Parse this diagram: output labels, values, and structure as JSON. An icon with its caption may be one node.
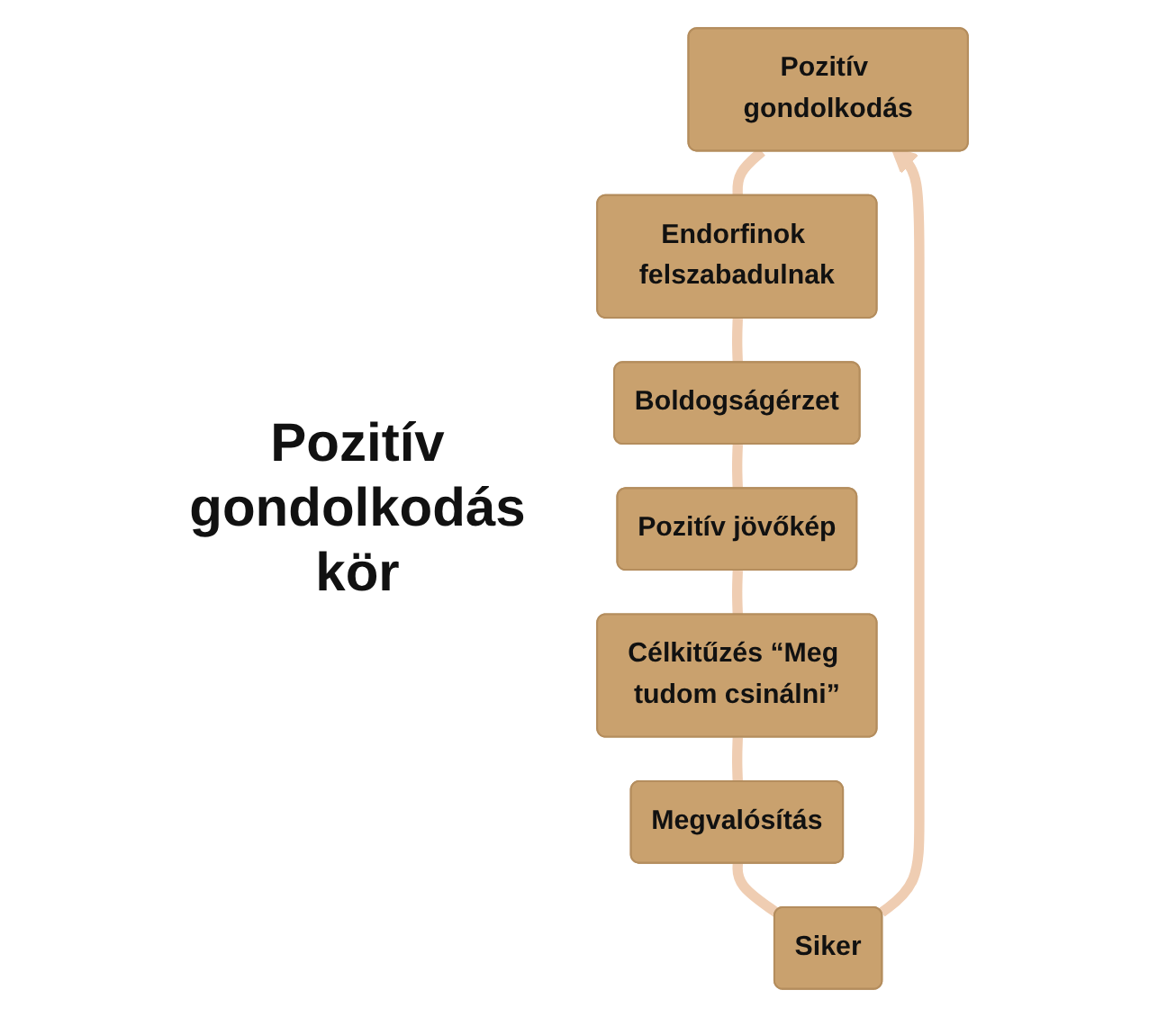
{
  "diagram": {
    "title": "Pozitív gondolkodás kör",
    "nodes": [
      {
        "text": [
          "Pozitív gondolkodás"
        ]
      },
      {
        "text": [
          "Endorfinok felszabadulnak"
        ]
      },
      {
        "text": [
          "Boldogságérzet"
        ]
      },
      {
        "text": [
          "Pozitív jövőkép"
        ]
      },
      {
        "text": [
          "Célkitűzés “Meg tudom csinálni”"
        ]
      },
      {
        "text": [
          "Megvalósítás"
        ]
      },
      {
        "text": [
          "Siker"
        ]
      }
    ],
    "edges": [
      {
        "from": 0,
        "to": 1,
        "arrow": "none"
      },
      {
        "from": 1,
        "to": 2,
        "arrow": "none"
      },
      {
        "from": 2,
        "to": 3,
        "arrow": "none"
      },
      {
        "from": 3,
        "to": 4,
        "arrow": "none"
      },
      {
        "from": 4,
        "to": 5,
        "arrow": "none"
      },
      {
        "from": 5,
        "to": 6,
        "arrow": "none"
      },
      {
        "from": 6,
        "to": 0,
        "arrow": "to"
      }
    ]
  }
}
